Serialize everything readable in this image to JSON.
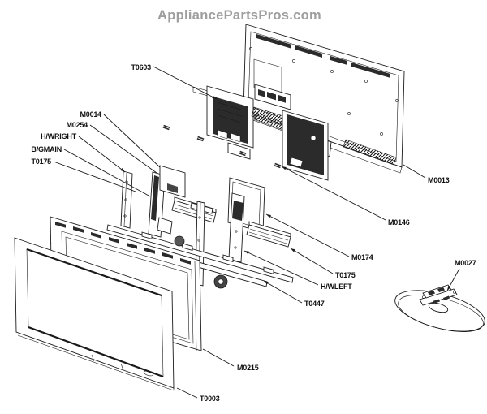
{
  "header": {
    "brand": "AppliancePartsPros.com"
  },
  "diagram": {
    "description": "Television exploded-view parts diagram",
    "colors": {
      "line": "#1a1a1a",
      "watermark": "#9e9e9e",
      "board_dark": "#2b2b2b"
    },
    "labels": [
      {
        "text": "T0603"
      },
      {
        "text": "M0014"
      },
      {
        "text": "M0254"
      },
      {
        "text": "H/WRIGHT"
      },
      {
        "text": "B/GMAIN"
      },
      {
        "text": "T0175"
      },
      {
        "text": "M0013"
      },
      {
        "text": "M0146"
      },
      {
        "text": "M0174"
      },
      {
        "text": "T0175"
      },
      {
        "text": "H/WLEFT"
      },
      {
        "text": "T0447"
      },
      {
        "text": "M0215"
      },
      {
        "text": "T0003"
      },
      {
        "text": "M0027"
      }
    ]
  }
}
